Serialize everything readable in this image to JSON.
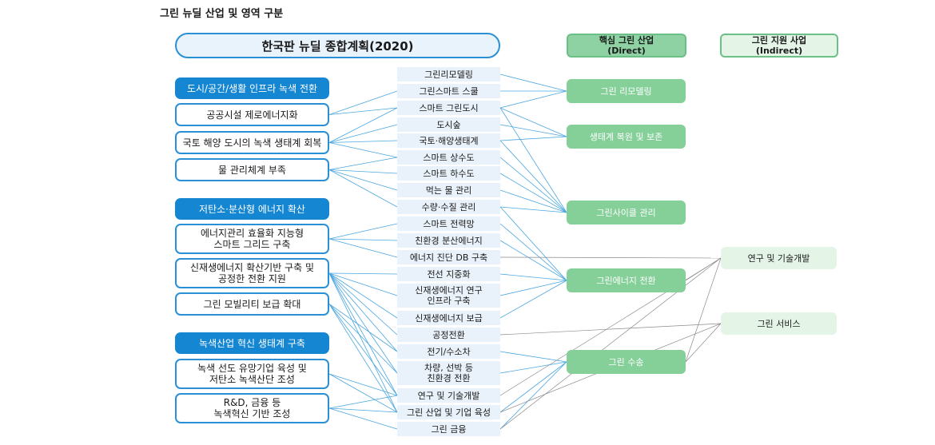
{
  "title": "그린 뉴딜 산업 및 영역 구분",
  "plan": "한국판 뉴딜 종합계획(2020)",
  "headers": {
    "direct_line1": "핵심 그린 산업",
    "direct_line2": "(Direct)",
    "indirect_line1": "그린 지원 사업",
    "indirect_line2": "(Indirect)"
  },
  "categories": [
    "도시/공간/생활 인프라 녹색 전환",
    "저탄소·분산형 에너지 확산",
    "녹색산업 혁신 생태계 구축"
  ],
  "policies": [
    "공공시설 제로에너지화",
    "국토 해양 도시의 녹색 생태계 회복",
    "물 관리체계 부족",
    "에너지관리 효율화 지능형\n스마트 그리드 구축",
    "신재생에너지 확산기반 구축 및\n공정한 전환 지원",
    "그린 모빌리티 보급 확대",
    "녹색 선도 유망기업 육성 및\n저탄소 녹색산단 조성",
    "R&D, 금융 등\n녹색혁신 기반 조성"
  ],
  "programs": [
    "그린리모델링",
    "그린스마트 스쿨",
    "스마트 그린도시",
    "도시숲",
    "국토·해양생태계",
    "스마트 상수도",
    "스마트 하수도",
    "먹는 물 관리",
    "수량·수질 관리",
    "스마트 전력망",
    "친환경 분산에너지",
    "에너지 진단 DB 구축",
    "전선 지중화",
    "신재생에너지 연구\n인프라 구축",
    "신재생에너지 보급",
    "공정전환",
    "전기/수소차",
    "차량, 선박 등\n친환경 전환",
    "연구 및 기술개발",
    "그린 산업 및 기업 육성",
    "그린 금융"
  ],
  "industries": [
    "그린 리모델링",
    "생태계 복원 및 보존",
    "그린사이클 관리",
    "그린에너지 전환",
    "그린 수송"
  ],
  "support": [
    "연구 및 기술개발",
    "그린 서비스"
  ],
  "colors": {
    "category_fill": "#1486d2",
    "link_blue": "#4aa6e0",
    "link_gray": "#8a8a8a",
    "industry_fill": "#85cf99",
    "support_fill": "#e4f5e8",
    "program_fill": "#e9f2fa"
  },
  "links_policy_program": [
    [
      0,
      1
    ],
    [
      0,
      2
    ],
    [
      1,
      2
    ],
    [
      1,
      3
    ],
    [
      1,
      4
    ],
    [
      1,
      5
    ],
    [
      2,
      5
    ],
    [
      2,
      6
    ],
    [
      2,
      7
    ],
    [
      2,
      8
    ],
    [
      3,
      9
    ],
    [
      3,
      10
    ],
    [
      3,
      11
    ],
    [
      4,
      12
    ],
    [
      4,
      13
    ],
    [
      4,
      14
    ],
    [
      4,
      15
    ],
    [
      4,
      16
    ],
    [
      4,
      17
    ],
    [
      4,
      18
    ],
    [
      4,
      19
    ],
    [
      5,
      16
    ],
    [
      5,
      17
    ],
    [
      5,
      18
    ],
    [
      5,
      19
    ],
    [
      6,
      18
    ],
    [
      6,
      19
    ],
    [
      7,
      18
    ],
    [
      7,
      19
    ],
    [
      7,
      20
    ]
  ],
  "links_program_industry": [
    [
      0,
      0
    ],
    [
      1,
      0
    ],
    [
      2,
      0
    ],
    [
      2,
      1
    ],
    [
      3,
      1
    ],
    [
      4,
      1
    ],
    [
      4,
      2
    ],
    [
      5,
      2
    ],
    [
      6,
      2
    ],
    [
      7,
      2
    ],
    [
      8,
      2
    ],
    [
      2,
      2
    ],
    [
      9,
      3
    ],
    [
      10,
      3
    ],
    [
      12,
      3
    ],
    [
      13,
      3
    ],
    [
      14,
      3
    ],
    [
      8,
      3
    ],
    [
      16,
      4
    ],
    [
      17,
      4
    ],
    [
      19,
      4
    ],
    [
      20,
      4
    ]
  ],
  "links_program_support": [
    [
      11,
      0
    ],
    [
      15,
      1
    ],
    [
      18,
      0
    ],
    [
      19,
      1
    ],
    [
      20,
      0
    ]
  ],
  "links_industry_support": [
    [
      3,
      0
    ],
    [
      4,
      0
    ],
    [
      4,
      1
    ]
  ]
}
